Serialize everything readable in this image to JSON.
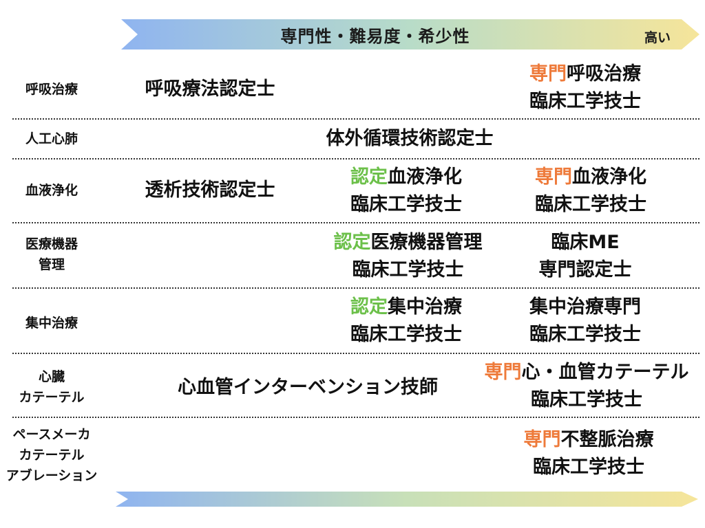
{
  "header": {
    "title": "専門性・難易度・希少性",
    "high_label": "高い"
  },
  "colors": {
    "arrow_start": "#8fb4f0",
    "arrow_mid": "#b8dcc8",
    "arrow_end": "#f4e59a",
    "senmon_orange": "#ee7a3a",
    "nintei_green": "#6cc04a"
  },
  "rows": [
    {
      "category": [
        "呼吸治療"
      ],
      "basic": [
        "呼吸療法認定士"
      ],
      "high": [
        {
          "prefix": "専門",
          "rest": "呼吸治療"
        },
        {
          "prefix": "",
          "rest": "臨床工学技士"
        }
      ]
    },
    {
      "category": [
        "人工心肺"
      ],
      "basic": [
        "体外循環技術認定士"
      ]
    },
    {
      "category": [
        "血液浄化"
      ],
      "basic": [
        "透析技術認定士"
      ],
      "mid": [
        {
          "prefix": "認定",
          "rest": "血液浄化"
        },
        {
          "prefix": "",
          "rest": "臨床工学技士"
        }
      ],
      "high": [
        {
          "prefix": "専門",
          "rest": "血液浄化"
        },
        {
          "prefix": "",
          "rest": "臨床工学技士"
        }
      ]
    },
    {
      "category": [
        "医療機器",
        "管理"
      ],
      "mid": [
        {
          "prefix": "認定",
          "rest": "医療機器管理"
        },
        {
          "prefix": "",
          "rest": "臨床工学技士"
        }
      ],
      "high": [
        {
          "prefix": "",
          "rest": "臨床ME"
        },
        {
          "prefix": "",
          "rest": "専門認定士"
        }
      ]
    },
    {
      "category": [
        "集中治療"
      ],
      "mid": [
        {
          "prefix": "認定",
          "rest": "集中治療"
        },
        {
          "prefix": "",
          "rest": "臨床工学技士"
        }
      ],
      "high": [
        {
          "prefix": "",
          "rest": "集中治療専門"
        },
        {
          "prefix": "",
          "rest": "臨床工学技士"
        }
      ]
    },
    {
      "category": [
        "心臓",
        "カテーテル"
      ],
      "basic": [
        "心血管インターベンション技師"
      ],
      "high": [
        {
          "prefix": "専門",
          "rest": "心・血管カテーテル"
        },
        {
          "prefix": "",
          "rest": "臨床工学技士"
        }
      ]
    },
    {
      "category": [
        "ペースメーカ",
        "カテーテル",
        "アブレーション"
      ],
      "high": [
        {
          "prefix": "専門",
          "rest": "不整脈治療"
        },
        {
          "prefix": "",
          "rest": "臨床工学技士"
        }
      ]
    }
  ]
}
